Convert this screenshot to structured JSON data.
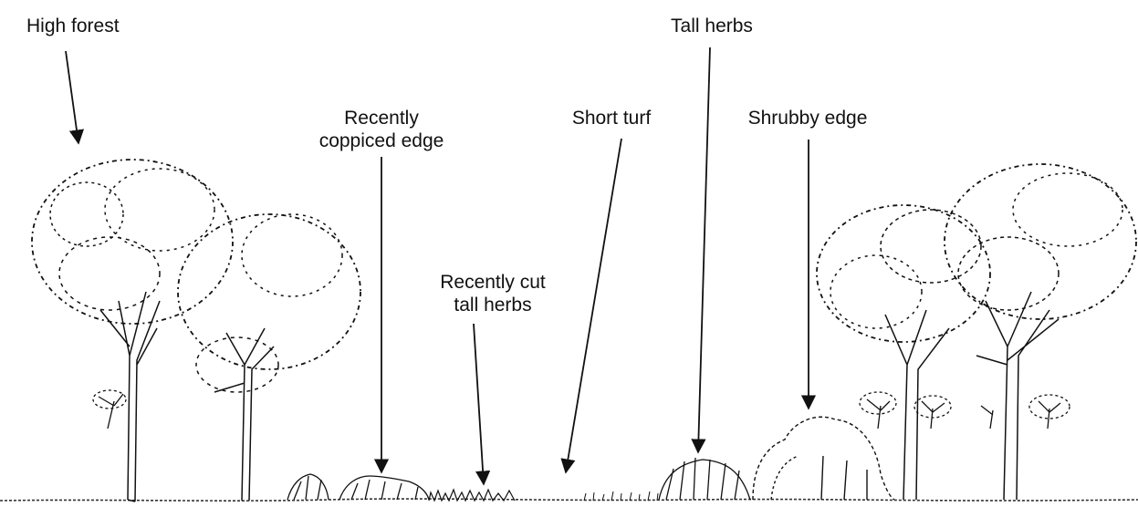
{
  "labels": {
    "high_forest": "High forest",
    "recently_coppiced_edge": [
      "Recently",
      "coppiced edge"
    ],
    "recently_cut_tall_herbs": [
      "Recently cut",
      "tall herbs"
    ],
    "short_turf": "Short turf",
    "tall_herbs": "Tall herbs",
    "shrubby_edge": "Shrubby edge"
  },
  "colors": {
    "ink": "#111111",
    "background": "#ffffff"
  }
}
